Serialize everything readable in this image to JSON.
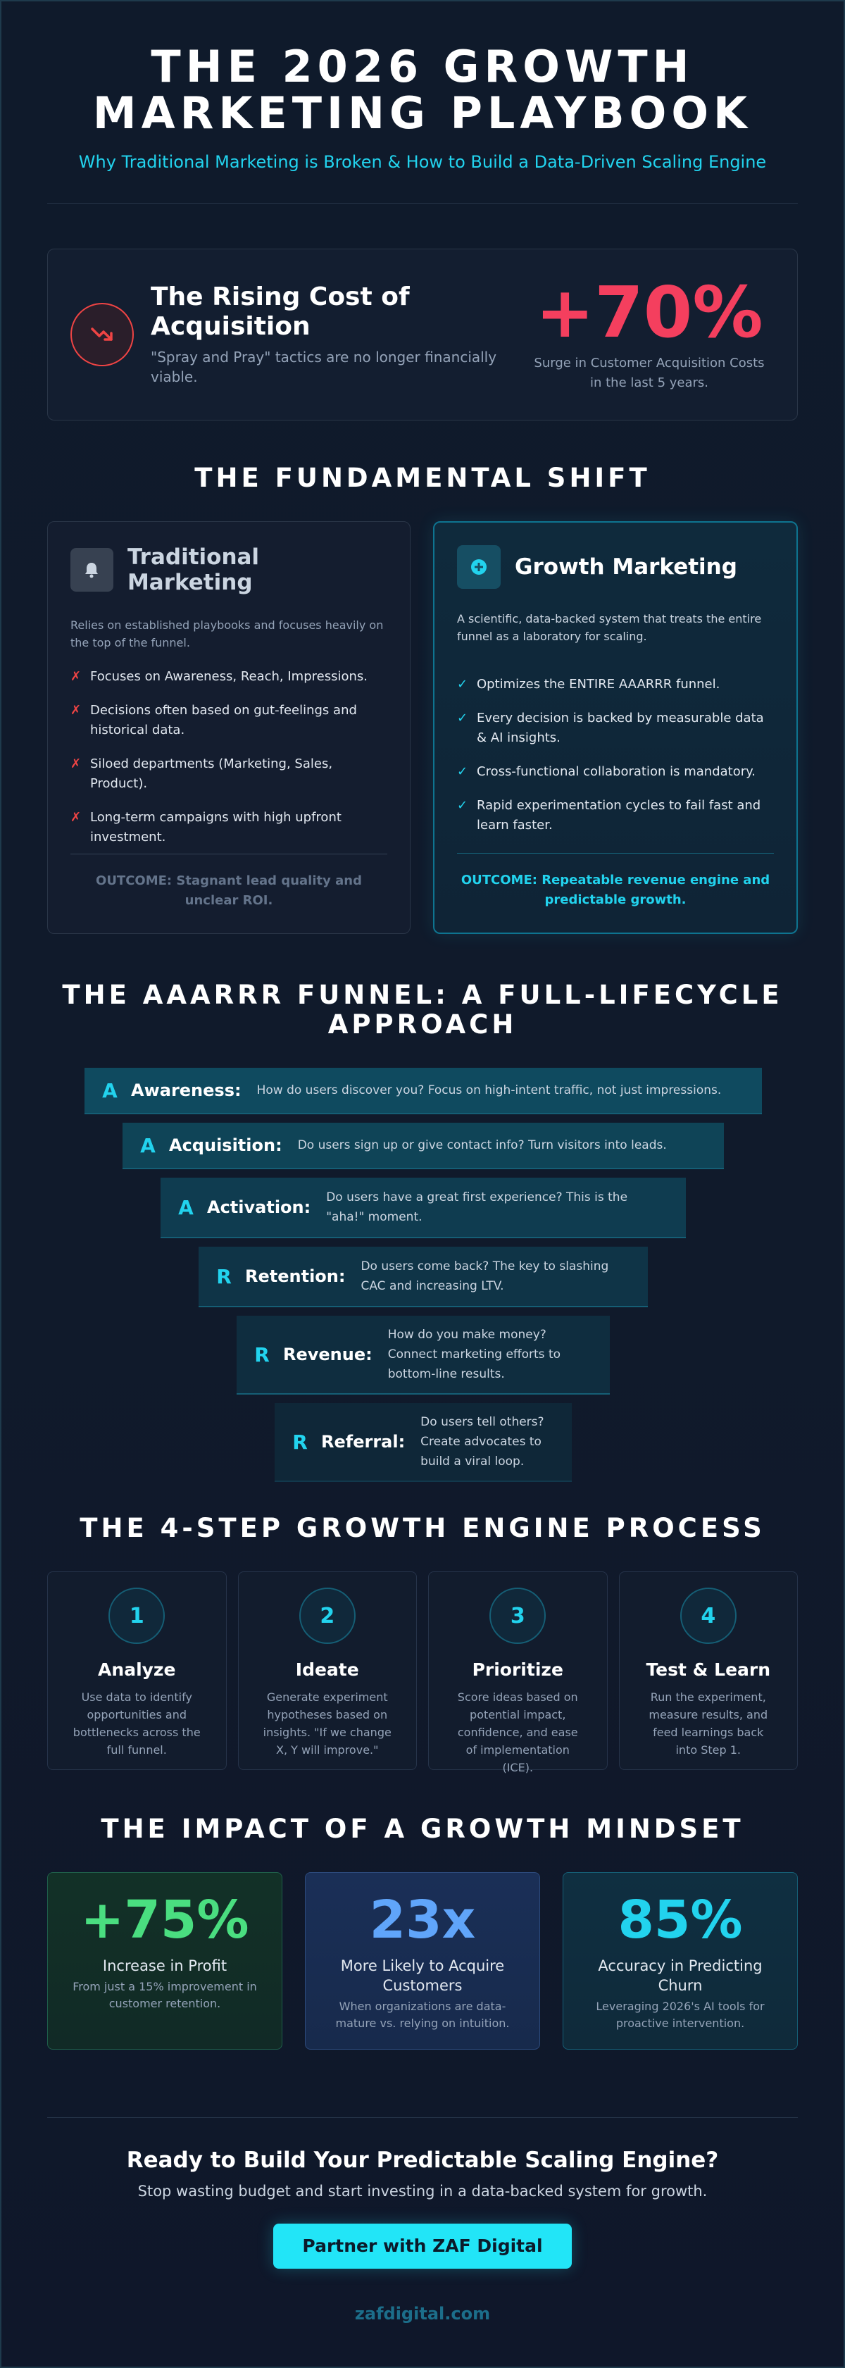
{
  "header": {
    "title_line1": "THE 2026 GROWTH",
    "title_line2": "MARKETING PLAYBOOK",
    "subtitle": "Why Traditional Marketing is Broken & How to Build a Data-Driven Scaling Engine"
  },
  "cost": {
    "icon": "trending-down-icon",
    "title": "The Rising Cost of Acquisition",
    "description": "\"Spray and Pray\" tactics are no longer financially viable.",
    "stat": "+70%",
    "caption_line1": "Surge in Customer Acquisition Costs",
    "caption_line2": "in the last 5 years."
  },
  "shift": {
    "title": "THE FUNDAMENTAL SHIFT",
    "traditional": {
      "icon": "bell-icon",
      "title": "Traditional Marketing",
      "description": "Relies on established playbooks and focuses heavily on the top of the funnel.",
      "bullets": [
        "Focuses on Awareness, Reach, Impressions.",
        "Decisions often based on gut-feelings and historical data.",
        "Siloed departments (Marketing, Sales, Product).",
        "Long-term campaigns with high upfront investment."
      ],
      "outcome": "OUTCOME: Stagnant lead quality and unclear ROI."
    },
    "growth": {
      "icon": "plus-circle-icon",
      "title": "Growth Marketing",
      "description": "A scientific, data-backed system that treats the entire funnel as a laboratory for scaling.",
      "bullets": [
        "Optimizes the ENTIRE AAARRR funnel.",
        "Every decision is backed by measurable data & AI insights.",
        "Cross-functional collaboration is mandatory.",
        "Rapid experimentation cycles to fail fast and learn faster."
      ],
      "outcome": "OUTCOME: Repeatable revenue engine and predictable growth."
    }
  },
  "funnel": {
    "title_line1": "THE AAARRR FUNNEL: A FULL-LIFECYCLE",
    "title_line2": "APPROACH",
    "stages": [
      {
        "letter": "A",
        "name": "Awareness:",
        "desc": "How do users discover you? Focus on high-intent traffic, not just impressions."
      },
      {
        "letter": "A",
        "name": "Acquisition:",
        "desc": "Do users sign up or give contact info? Turn visitors into leads."
      },
      {
        "letter": "A",
        "name": "Activation:",
        "desc": "Do users have a great first experience? This is the \"aha!\" moment."
      },
      {
        "letter": "R",
        "name": "Retention:",
        "desc": "Do users come back? The key to slashing CAC and increasing LTV."
      },
      {
        "letter": "R",
        "name": "Revenue:",
        "desc": "How do you make money? Connect marketing efforts to bottom-line results."
      },
      {
        "letter": "R",
        "name": "Referral:",
        "desc": "Do users tell others? Create advocates to build a viral loop."
      }
    ]
  },
  "steps": {
    "title": "THE 4-STEP GROWTH ENGINE PROCESS",
    "items": [
      {
        "num": "1",
        "title": "Analyze",
        "desc": "Use data to identify opportunities and bottlenecks across the full funnel."
      },
      {
        "num": "2",
        "title": "Ideate",
        "desc": "Generate experiment hypotheses based on insights. \"If we change X, Y will improve.\""
      },
      {
        "num": "3",
        "title": "Prioritize",
        "desc": "Score ideas based on potential impact, confidence, and ease of implementation (ICE)."
      },
      {
        "num": "4",
        "title": "Test & Learn",
        "desc": "Run the experiment, measure results, and feed learnings back into Step 1."
      }
    ]
  },
  "impact": {
    "title": "THE IMPACT OF A GROWTH MINDSET",
    "items": [
      {
        "stat": "+75%",
        "label": "Increase in Profit",
        "sub": "From just a 15% improvement in customer retention.",
        "color": "#4ade80"
      },
      {
        "stat": "23x",
        "label": "More Likely to Acquire Customers",
        "sub": "When organizations are data-mature vs. relying on intuition.",
        "color": "#60a5fa"
      },
      {
        "stat": "85%",
        "label": "Accuracy in Predicting Churn",
        "sub": "Leveraging 2026's AI tools for proactive intervention.",
        "color": "#22d3ee"
      }
    ]
  },
  "cta": {
    "title": "Ready to Build Your Predictable Scaling Engine?",
    "subtitle": "Stop wasting budget and start investing in a data-backed system for growth.",
    "button": "Partner with ZAF Digital",
    "url": "zafdigital.com"
  }
}
